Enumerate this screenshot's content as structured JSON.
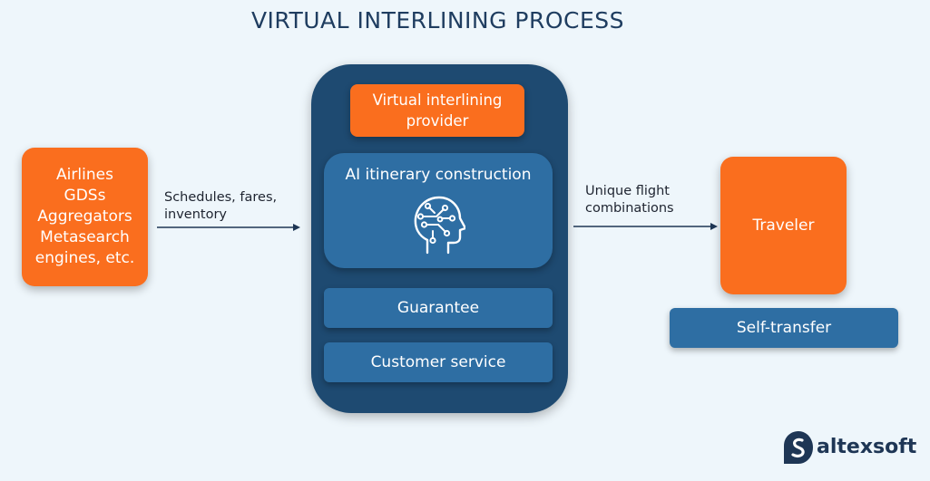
{
  "title": "VIRTUAL INTERLINING PROCESS",
  "sources": {
    "lines": [
      "Airlines",
      "GDSs",
      "Aggregators",
      "Metasearch",
      "engines, etc."
    ]
  },
  "left_arrow_label": {
    "line1": "Schedules, fares,",
    "line2": "inventory"
  },
  "center": {
    "provider": {
      "line1": "Virtual interlining",
      "line2": "provider"
    },
    "ai_label": "AI itinerary construction",
    "ai_icon": "ai-head-icon",
    "guarantee": "Guarantee",
    "customer_service": "Customer service"
  },
  "right_arrow_label": {
    "line1": "Unique flight",
    "line2": "combinations"
  },
  "traveler": "Traveler",
  "self_transfer": "Self-transfer",
  "logo": {
    "text": "altexsoft",
    "icon": "altexsoft-logo-icon"
  },
  "colors": {
    "orange": "#fa6e1e",
    "navy": "#1e4a71",
    "blue": "#2e6ea3",
    "background": "#eef6fb"
  }
}
